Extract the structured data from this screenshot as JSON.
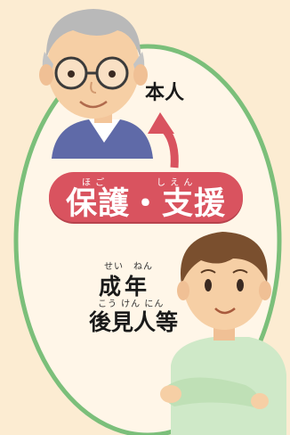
{
  "principal": {
    "label": "本人"
  },
  "banner": {
    "text": "保護・支援",
    "ruby_ho_go": "ほ ご",
    "ruby_shi_en": "し え ん"
  },
  "guardian": {
    "line1": "成年",
    "line2": "後見人等",
    "ruby_line1": "せい　ねん",
    "ruby_line2": "こう けん にん"
  },
  "colors": {
    "background": "#fcecd2",
    "oval_fill": "#fff6e8",
    "oval_border": "#7bbf7a",
    "banner": "#d9535f",
    "arrow": "#d9535f"
  }
}
